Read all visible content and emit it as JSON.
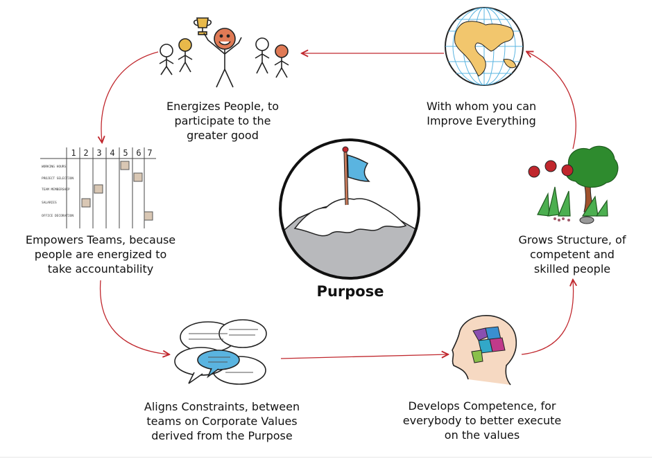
{
  "center": {
    "title": "Purpose"
  },
  "nodes": {
    "energizes": [
      "Energizes People, to",
      "participate to the",
      "greater good"
    ],
    "improve": [
      "With whom you can",
      "Improve Everything"
    ],
    "grows": [
      "Grows Structure, of",
      "competent and",
      "skilled people"
    ],
    "develops": [
      "Develops Competence, for",
      "everybody to better execute",
      "on the values"
    ],
    "aligns": [
      "Aligns Constraints, between",
      "teams on Corporate Values",
      "derived from the Purpose"
    ],
    "empowers": [
      "Empowers Teams, because",
      "people are energized to",
      "take accountability"
    ]
  },
  "board": {
    "columns": [
      "1",
      "2",
      "3",
      "4",
      "5",
      "6",
      "7"
    ],
    "rows": [
      "WORKING HOURS",
      "PROJECT SELECTION",
      "TEAM MEMBERSHIP",
      "SALARIES",
      "OFFICE DECORATION"
    ]
  },
  "colors": {
    "arrow": "#c0272d",
    "flag": "#5ab4e0",
    "mountain": "#b8b9bc",
    "bubble": "#5ab4e0"
  }
}
